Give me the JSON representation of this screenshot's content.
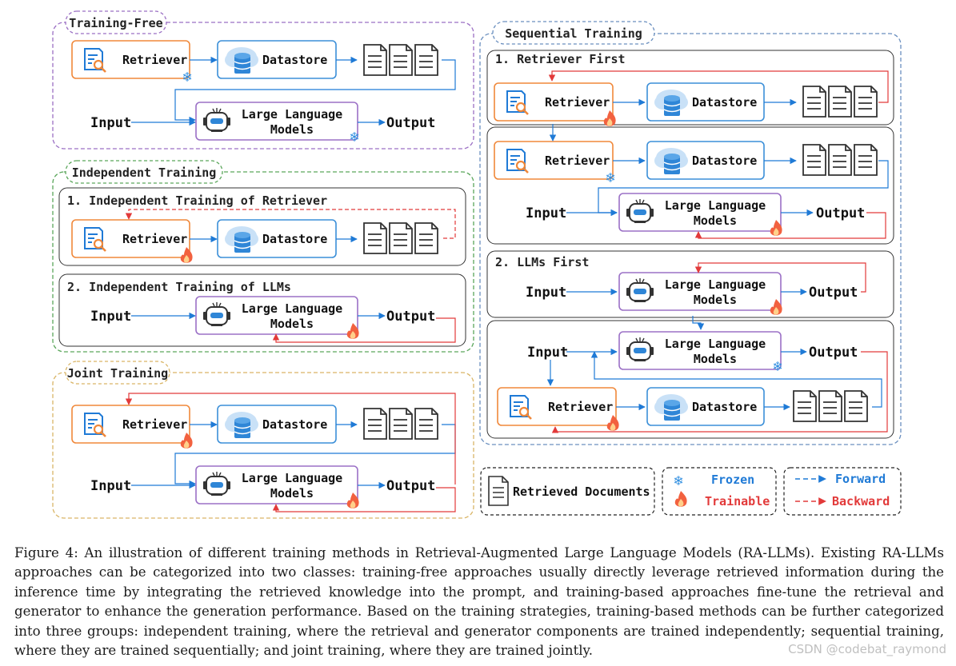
{
  "panels": {
    "training_free": "Training-Free",
    "independent": "Independent Training",
    "joint": "Joint Training",
    "sequential": "Sequential Training",
    "sub_ind_retriever": "1. Independent Training of Retriever",
    "sub_ind_llm": "2. Independent Training of LLMs",
    "sub_retriever_first": "1. Retriever First",
    "sub_llms_first": "2. LLMs First"
  },
  "labels": {
    "retriever": "Retriever",
    "datastore": "Datastore",
    "llm_line1": "Large Language",
    "llm_line2": "Models",
    "input": "Input",
    "output": "Output"
  },
  "legend": {
    "retrieved_documents": "Retrieved Documents",
    "frozen": "Frozen",
    "trainable": "Trainable",
    "forward": "Forward",
    "backward": "Backward"
  },
  "colors": {
    "retriever_border": "#f0883a",
    "datastore_border": "#3b8fd8",
    "llm_border": "#9b70c6",
    "forward": "#1f7ad6",
    "backward": "#e23a3a",
    "training_free_frame": "#9b6fc4",
    "independent_frame": "#5aa65a",
    "joint_frame": "#d9b566",
    "sequential_frame": "#6a8fbf"
  },
  "icons": {
    "retriever": "magnifier-document-icon",
    "datastore": "cloud-database-icon",
    "llm": "robot-icon",
    "documents": "document-stack-icon",
    "frozen": "snowflake-icon",
    "trainable": "flame-icon"
  },
  "caption": "Figure 4: An illustration of different training methods in Retrieval-Augmented Large Language Models (RA-LLMs). Existing RA-LLMs approaches can be categorized into two classes: training-free approaches usually directly leverage retrieved information during the inference time by integrating the retrieved knowledge into the prompt, and training-based approaches fine-tune the retrieval and generator to enhance the generation performance. Based on the training strategies, training-based methods can be further categorized into three groups: independent training, where the retrieval and generator components are trained independently; sequential training, where they are trained sequentially; and joint training, where they are trained jointly.",
  "watermark": "CSDN @codebat_raymond"
}
